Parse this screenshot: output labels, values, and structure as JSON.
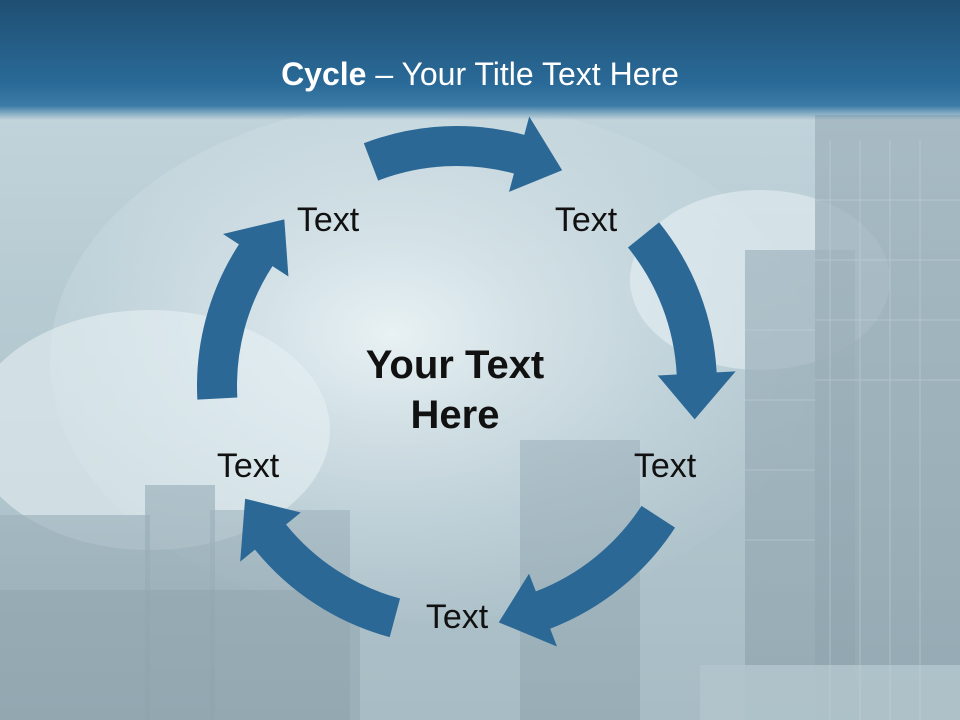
{
  "title": {
    "bold": "Cycle",
    "rest": " – Your Title Text Here"
  },
  "center_text": {
    "line1": "Your Text",
    "line2": "Here"
  },
  "nodes": [
    {
      "label": "Text"
    },
    {
      "label": "Text"
    },
    {
      "label": "Text"
    },
    {
      "label": "Text"
    },
    {
      "label": "Text"
    }
  ],
  "colors": {
    "arrow": "#2b6896",
    "title_bar": "#25608a",
    "title_text": "#ffffff",
    "label_text": "#111111"
  }
}
